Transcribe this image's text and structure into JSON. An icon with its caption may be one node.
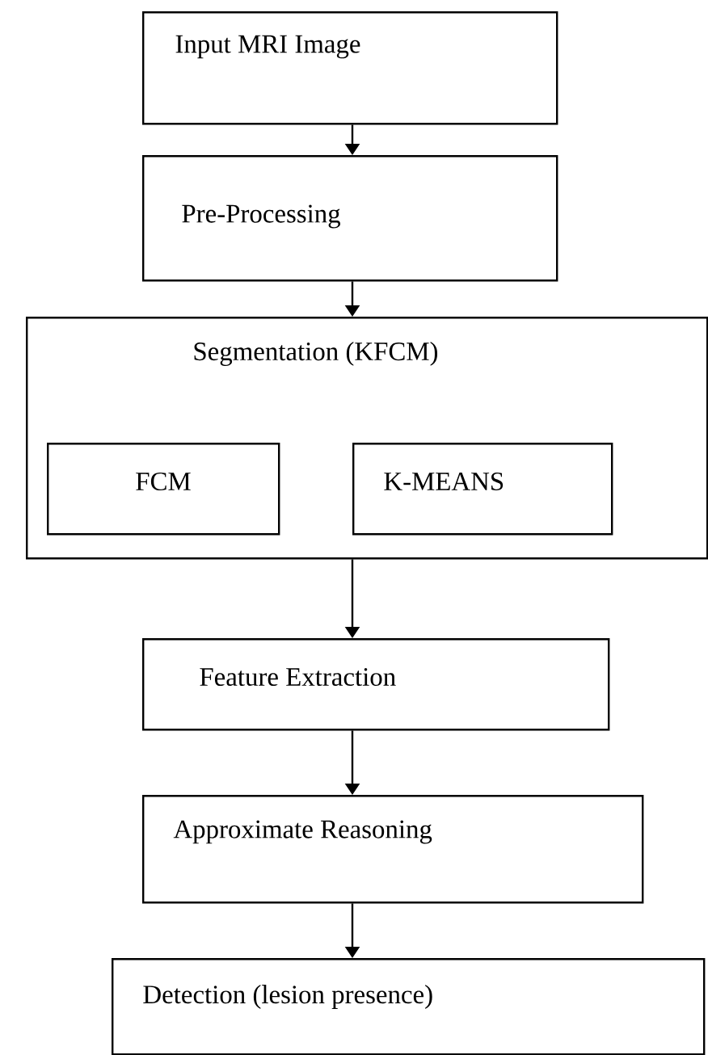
{
  "diagram": {
    "nodes": [
      {
        "text": [
          "Input MRI Image"
        ]
      },
      {
        "text": [
          "Pre-Processing"
        ]
      },
      {
        "text": [
          "Segmentation (KFCM)"
        ]
      },
      {
        "text": [
          "FCM"
        ],
        "in": 2
      },
      {
        "text": [
          "K-MEANS"
        ],
        "in": 2
      },
      {
        "text": [
          "Feature Extraction"
        ]
      },
      {
        "text": [
          "Approximate Reasoning"
        ]
      },
      {
        "text": [
          "Detection (lesion presence)"
        ]
      }
    ],
    "edges": [
      {
        "from": 0,
        "to": 1,
        "arrow": "to"
      },
      {
        "from": 1,
        "to": 2,
        "arrow": "to"
      },
      {
        "from": 2,
        "to": 5,
        "arrow": "to"
      },
      {
        "from": 5,
        "to": 6,
        "arrow": "to"
      },
      {
        "from": 6,
        "to": 7,
        "arrow": "to"
      }
    ]
  }
}
